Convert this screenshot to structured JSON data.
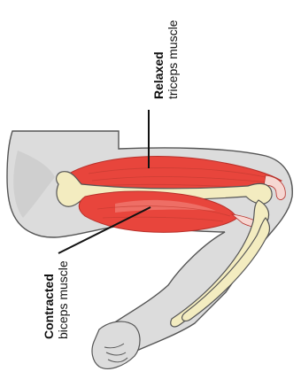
{
  "labels": {
    "relaxed": {
      "title": "Relaxed",
      "subtitle": "triceps muscle"
    },
    "contracted": {
      "title": "Contracted",
      "subtitle": "biceps muscle"
    }
  },
  "colors": {
    "skin": "#dcdcdc",
    "skin_outline": "#555555",
    "muscle": "#e8453c",
    "muscle_light": "#f28a80",
    "tendon": "#f6d7d2",
    "bone": "#f3ecc0",
    "bone_outline": "#555555",
    "leader_line": "#111111"
  }
}
